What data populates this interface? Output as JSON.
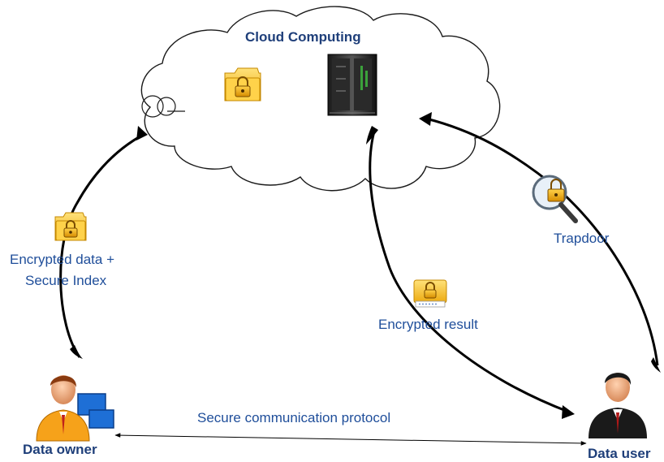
{
  "diagram": {
    "cloud_title": "Cloud Computing",
    "edges": {
      "upload": "Encrypted data + Secure Index",
      "upload_line1": "Encrypted data +",
      "upload_line2": "Secure Index",
      "result": "Encrypted result",
      "trapdoor": "Trapdoor",
      "protocol": "Secure communication protocol"
    },
    "actors": {
      "owner": "Data owner",
      "user": "Data user"
    }
  },
  "colors": {
    "label_blue": "#1f4e9a",
    "title_blue": "#1f3f7a",
    "arrow": "#000000",
    "folder": "#f2b418",
    "lock": "#e8a200"
  },
  "icons": [
    "folder-lock-icon",
    "server-icon",
    "magnifier-lock-icon",
    "folder-upload-icon",
    "folder-result-icon",
    "owner-avatar-icon",
    "user-avatar-icon"
  ]
}
